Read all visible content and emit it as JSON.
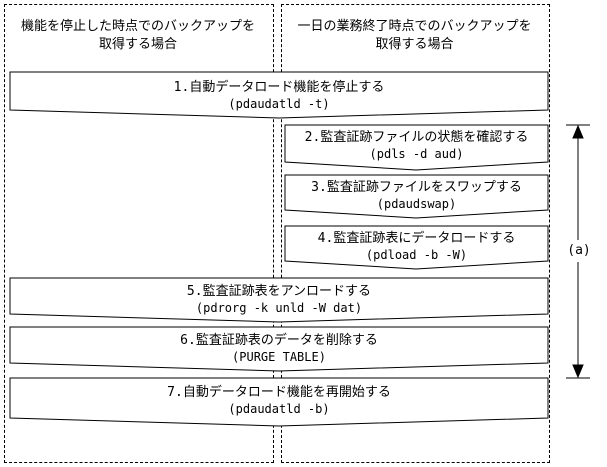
{
  "columns": {
    "left_title": "機能を停止した時点でのバックアップを\n取得する場合",
    "right_title": "一日の業務終了時点でのバックアップを\n取得する場合"
  },
  "steps": [
    {
      "title": "1.自動データロード機能を停止する",
      "command": "(pdaudatld -t)"
    },
    {
      "title": "2.監査証跡ファイルの状態を確認する",
      "command": "(pdls -d aud)"
    },
    {
      "title": "3.監査証跡ファイルをスワップする",
      "command": "(pdaudswap)"
    },
    {
      "title": "4.監査証跡表にデータロードする",
      "command": "(pdload -b -W)"
    },
    {
      "title": "5.監査証跡表をアンロードする",
      "command": "(pdrorg -k unld -W dat)"
    },
    {
      "title": "6.監査証跡表のデータを削除する",
      "command": "(PURGE TABLE)"
    },
    {
      "title": "7.自動データロード機能を再開始する",
      "command": "(pdaudatld -b)"
    }
  ],
  "bracket": {
    "label": "(a)"
  }
}
